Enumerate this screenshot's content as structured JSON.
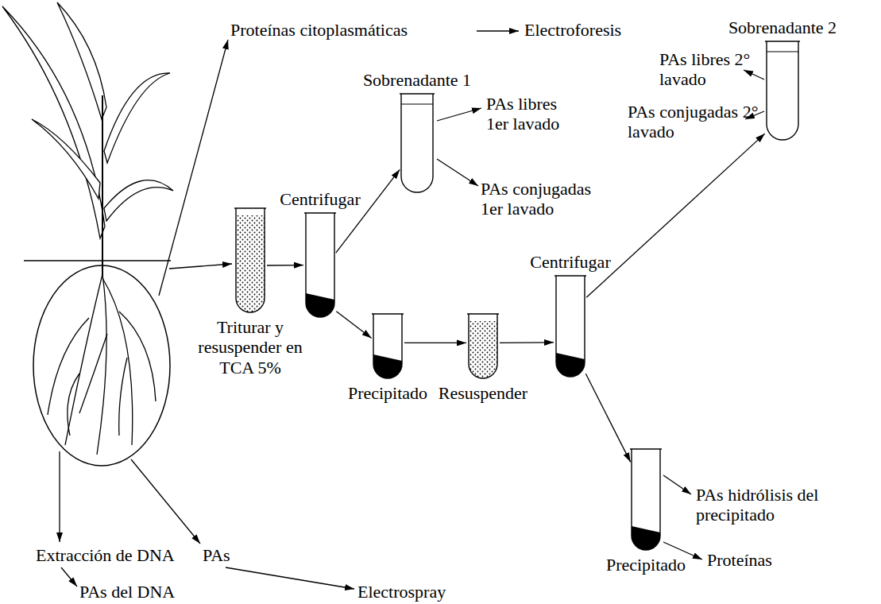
{
  "diagram": {
    "nodes": [
      {
        "text": [
          "Triturar y resuspender en TCA 5%"
        ]
      },
      {
        "text": [
          "Centrifugar"
        ]
      },
      {
        "text": [
          "Sobrenadante 1"
        ]
      },
      {
        "text": [
          "Precipitado"
        ]
      },
      {
        "text": [
          "Resuspender"
        ]
      },
      {
        "text": [
          "Centrifugar"
        ]
      },
      {
        "text": [
          "Sobrenadante 2"
        ]
      },
      {
        "text": [
          "Precipitado"
        ]
      }
    ],
    "edges": [
      {
        "from": 0,
        "to": 1,
        "arrow": "to"
      },
      {
        "from": 1,
        "to": 2,
        "arrow": "to"
      },
      {
        "from": 1,
        "to": 3,
        "arrow": "to"
      },
      {
        "from": 3,
        "to": 4,
        "arrow": "to"
      },
      {
        "from": 4,
        "to": 5,
        "arrow": "to"
      },
      {
        "from": 5,
        "to": 6,
        "arrow": "to"
      },
      {
        "from": 5,
        "to": 7,
        "arrow": "to"
      }
    ],
    "labels": [
      "Proteínas citoplasmáticas",
      "Electroforesis",
      "PAs libres 1er lavado",
      "PAs conjugadas 1er lavado",
      "PAs libres 2° lavado",
      "PAs conjugadas 2° lavado",
      "PAs hidrólisis del precipitado",
      "Proteínas",
      "Extracción de DNA",
      "PAs del DNA",
      "PAs",
      "Electrospray"
    ]
  }
}
